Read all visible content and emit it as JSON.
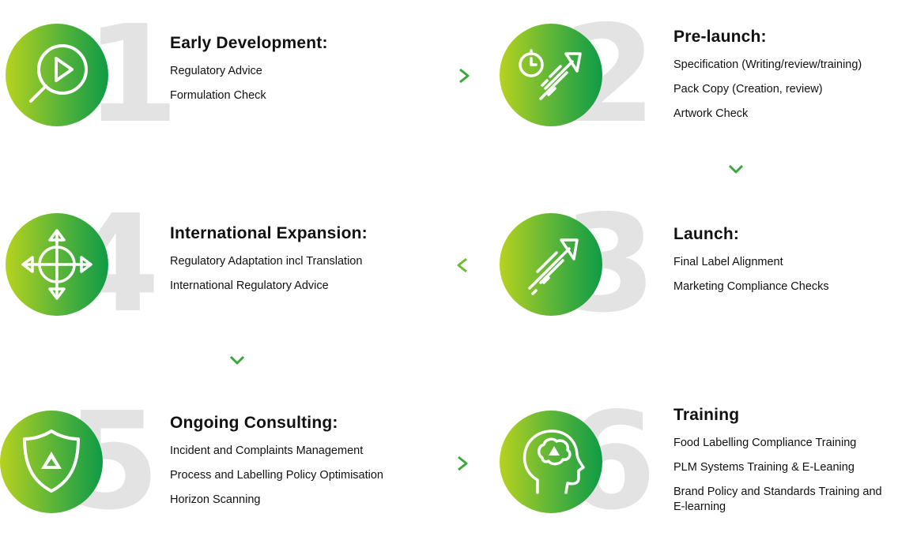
{
  "colors": {
    "gradient_start": "#b7d21f",
    "gradient_end": "#0f9b46",
    "number_gray": "#e3e3e3",
    "text": "#111111"
  },
  "stages": [
    {
      "number": "1",
      "icon": "magnifier-play-icon",
      "title": "Early Development:",
      "items": [
        "Regulatory Advice",
        "Formulation Check"
      ]
    },
    {
      "number": "2",
      "icon": "stopwatch-rocket-icon",
      "title": "Pre-launch:",
      "items": [
        "Specification (Writing/review/training)",
        "Pack Copy (Creation, review)",
        "Artwork Check"
      ]
    },
    {
      "number": "3",
      "icon": "rocket-arrow-icon",
      "title": "Launch:",
      "items": [
        "Final Label Alignment",
        "Marketing Compliance Checks"
      ]
    },
    {
      "number": "4",
      "icon": "crosshair-arrows-icon",
      "title": "International Expansion:",
      "items": [
        "Regulatory Adaptation incl Translation",
        "International Regulatory Advice"
      ]
    },
    {
      "number": "5",
      "icon": "shield-logo-icon",
      "title": "Ongoing Consulting:",
      "items": [
        "Incident and Complaints Management",
        "Process and Labelling Policy Optimisation",
        "Horizon Scanning"
      ]
    },
    {
      "number": "6",
      "icon": "head-brain-icon",
      "title": "Training",
      "items": [
        "Food Labelling Compliance Training",
        "PLM Systems Training & E-Leaning",
        "Brand Policy and Standards Training and E-learning"
      ]
    }
  ]
}
